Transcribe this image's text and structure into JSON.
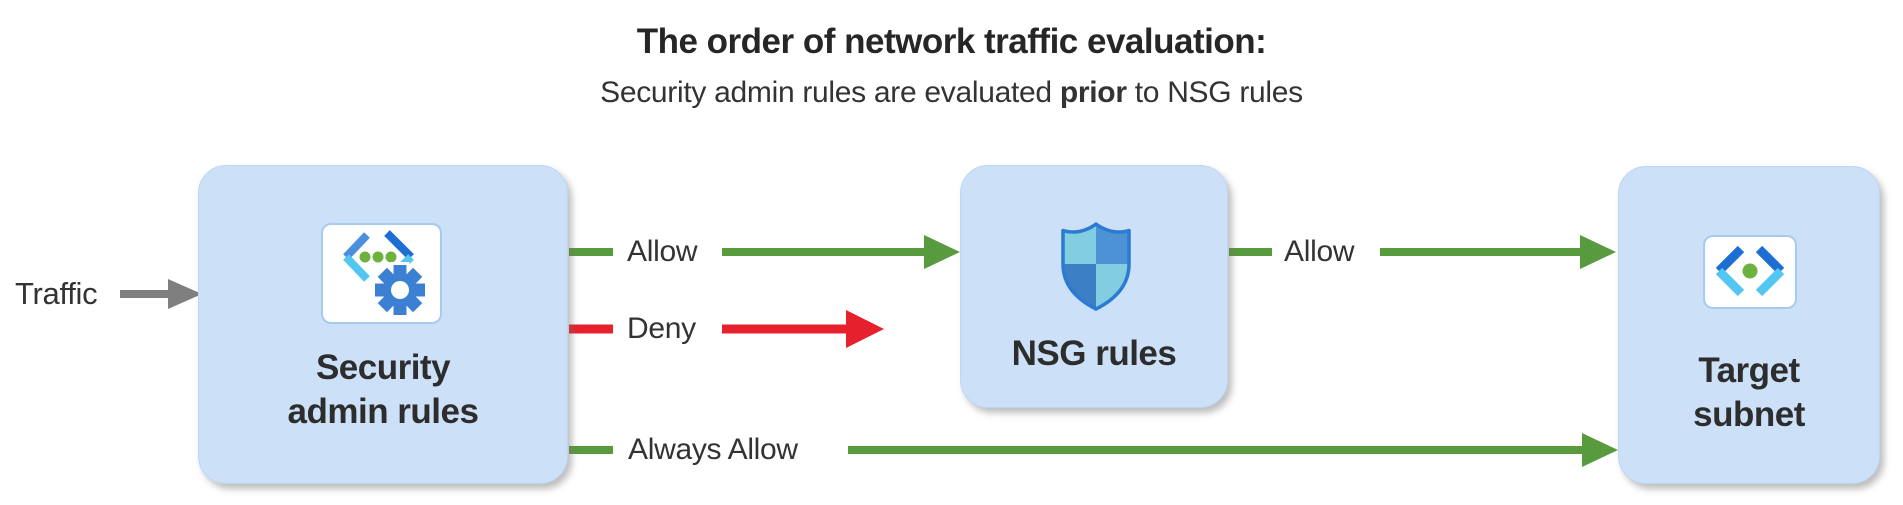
{
  "title": {
    "text": "The order of network traffic evaluation:"
  },
  "subtitle": {
    "prefix": "Security admin rules are evaluated ",
    "bold": "prior",
    "suffix": " to NSG rules"
  },
  "traffic_label": "Traffic",
  "nodes": {
    "security_admin": {
      "label_line1": "Security",
      "label_line2": "admin rules",
      "icon": "code-gear-icon"
    },
    "nsg": {
      "label": "NSG rules",
      "icon": "shield-icon"
    },
    "target": {
      "label_line1": "Target",
      "label_line2": "subnet",
      "icon": "code-brackets-icon"
    }
  },
  "arrows": {
    "allow_to_nsg": "Allow",
    "deny": "Deny",
    "allow_to_target": "Allow",
    "always_allow": "Always Allow"
  },
  "colors": {
    "allow_green": "#579b3e",
    "deny_red": "#e6202d",
    "traffic_gray": "#7f7f7f",
    "box_fill": "#cce0f8",
    "box_border": "#bdd7f3",
    "tile_border": "#a5cbf0",
    "label_text": "#2d2d2d",
    "bracket_blue": "#1d6ed2",
    "bracket_blue_light": "#4b8fdc",
    "bracket_cyan": "#54c6f2",
    "dot_green": "#6cb23c",
    "gear_blue": "#3c80d4",
    "shield_border": "#2b7bd2",
    "shield_tl": "#82cde0",
    "shield_tr": "#4e92d6",
    "shield_bl": "#3c7fc4",
    "shield_br": "#82cde0"
  }
}
